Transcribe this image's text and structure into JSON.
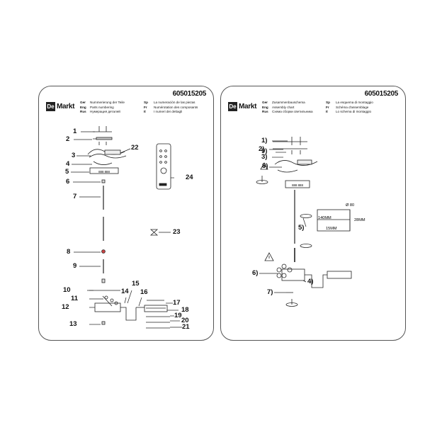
{
  "brand": {
    "box_text": "De",
    "text": "Markt"
  },
  "product_code": "605015205",
  "left_sheet": {
    "legend": [
      {
        "lang": "Ger",
        "text": "Nummerierung der Teile",
        "lang2": "Sp",
        "text2": "La numeración de las piezas"
      },
      {
        "lang": "Eng",
        "text": "Parts numbering",
        "lang2": "Fr",
        "text2": "Numérotation des composants"
      },
      {
        "lang": "Rus",
        "text": "Нумерация деталей",
        "lang2": "It",
        "text2": "I numeri dei dettagli"
      }
    ],
    "parts": [
      "1",
      "2",
      "3",
      "4",
      "5",
      "6",
      "7",
      "8",
      "9",
      "10",
      "11",
      "12",
      "13",
      "14",
      "15",
      "16",
      "17",
      "18",
      "19",
      "20",
      "21",
      "22",
      "23",
      "24"
    ],
    "display_text": "888 888"
  },
  "right_sheet": {
    "legend": [
      {
        "lang": "Ger",
        "text": "Zusammenbauschema",
        "lang2": "Sp",
        "text2": "La esquema di montaggio"
      },
      {
        "lang": "Eng",
        "text": "Assembly chart",
        "lang2": "Fr",
        "text2": "Schéma d'assemblage"
      },
      {
        "lang": "Rus",
        "text": "Схема сборки светильника",
        "lang2": "It",
        "text2": "Lo schema di montaggio"
      }
    ],
    "steps": [
      "1)",
      "2)",
      "3)",
      "8)",
      "9)",
      "5)",
      "6)",
      "4)",
      "7)"
    ],
    "dimension_140": "140MM",
    "dimension_15": "15MM",
    "dimension_side": "28MM",
    "dimension_top": "Ø 80",
    "display_text": "888 888"
  },
  "icons": [
    "de-markt-logo",
    "remote-control-icon",
    "hourglass-icon",
    "warning-icon"
  ]
}
